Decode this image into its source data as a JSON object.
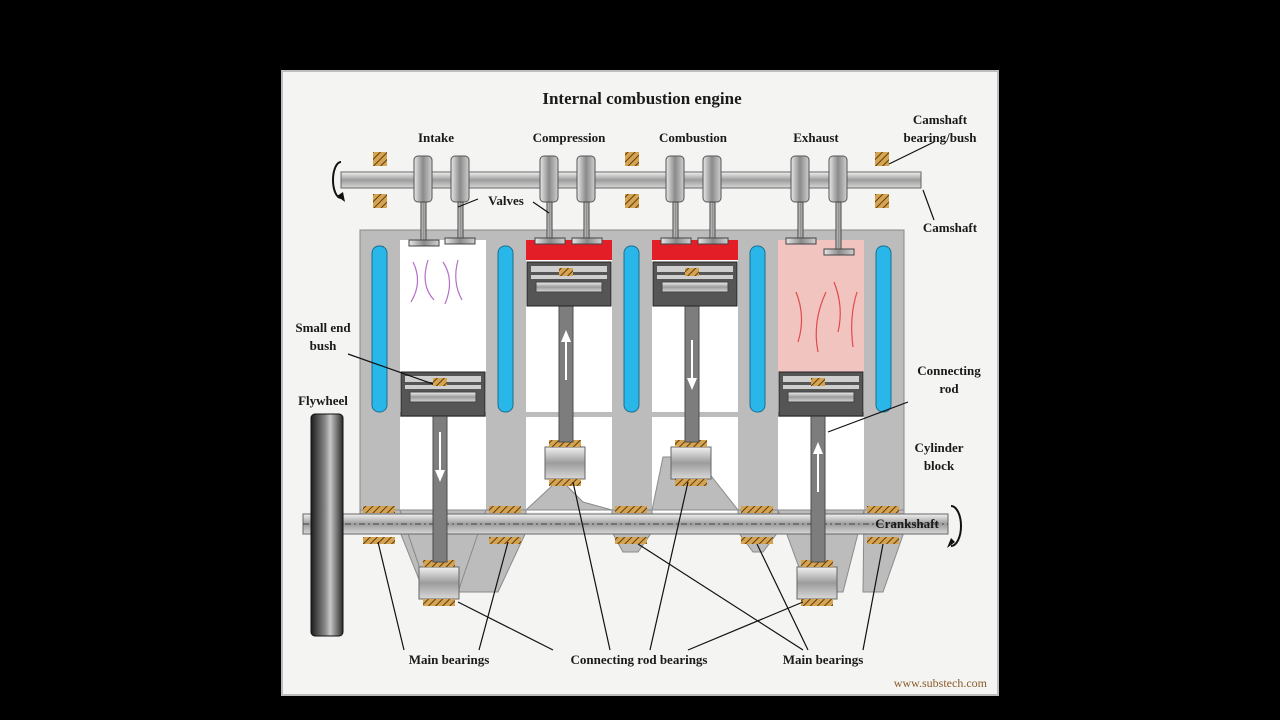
{
  "diagram": {
    "title": "Internal combustion engine",
    "strokes": [
      "Intake",
      "Compression",
      "Combustion",
      "Exhaust"
    ],
    "labels": {
      "camshaft_bearing_line1": "Camshaft",
      "camshaft_bearing_line2": "bearing/bush",
      "camshaft": "Camshaft",
      "valves": "Valves",
      "small_end_line1": "Small end",
      "small_end_line2": "bush",
      "flywheel": "Flywheel",
      "connecting_rod_line1": "Connecting",
      "connecting_rod_line2": "rod",
      "cylinder_block_line1": "Cylinder",
      "cylinder_block_line2": "block",
      "crankshaft": "Crankshaft",
      "main_bearings_left": "Main bearings",
      "connecting_rod_bearings": "Connecting rod bearings",
      "main_bearings_right": "Main bearings",
      "watermark": "www.substech.com"
    },
    "colors": {
      "coolant": "#29b6e8",
      "combustion": "#e41e26",
      "exhaust_gas": "#f1c4c0",
      "block": "#bcbcbc",
      "bearing": "#c8882f"
    }
  }
}
